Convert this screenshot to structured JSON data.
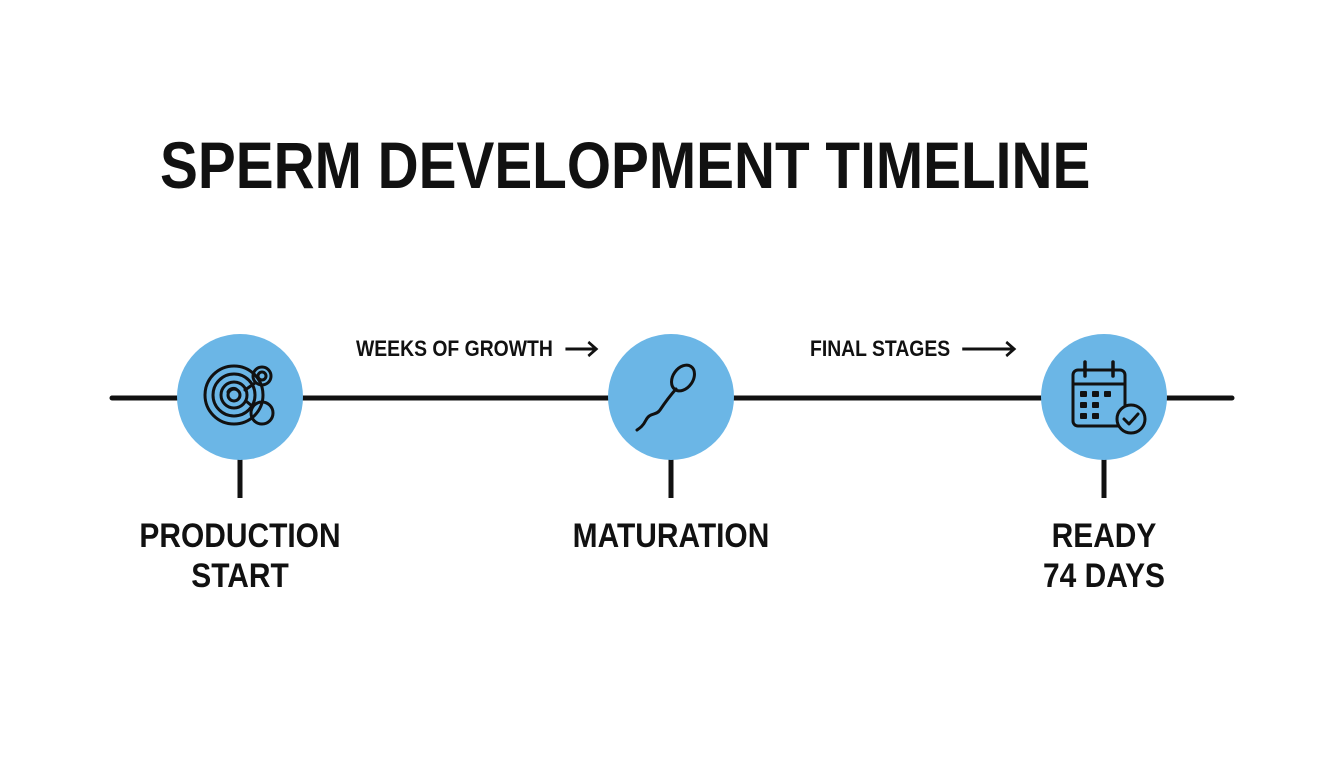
{
  "title": "SPERM DEVELOPMENT TIMELINE",
  "colors": {
    "node_fill": "#6bb6e6",
    "line": "#111111",
    "text": "#111111"
  },
  "stages": [
    {
      "icon": "cell-icon",
      "label_line1": "PRODUCTION",
      "label_line2": "START"
    },
    {
      "icon": "sperm-icon",
      "label_line1": "MATURATION",
      "label_line2": ""
    },
    {
      "icon": "calendar-check-icon",
      "label_line1": "READY",
      "label_line2": "74 DAYS"
    }
  ],
  "connectors": [
    {
      "label": "WEEKS OF GROWTH"
    },
    {
      "label": "FINAL STAGES"
    }
  ]
}
